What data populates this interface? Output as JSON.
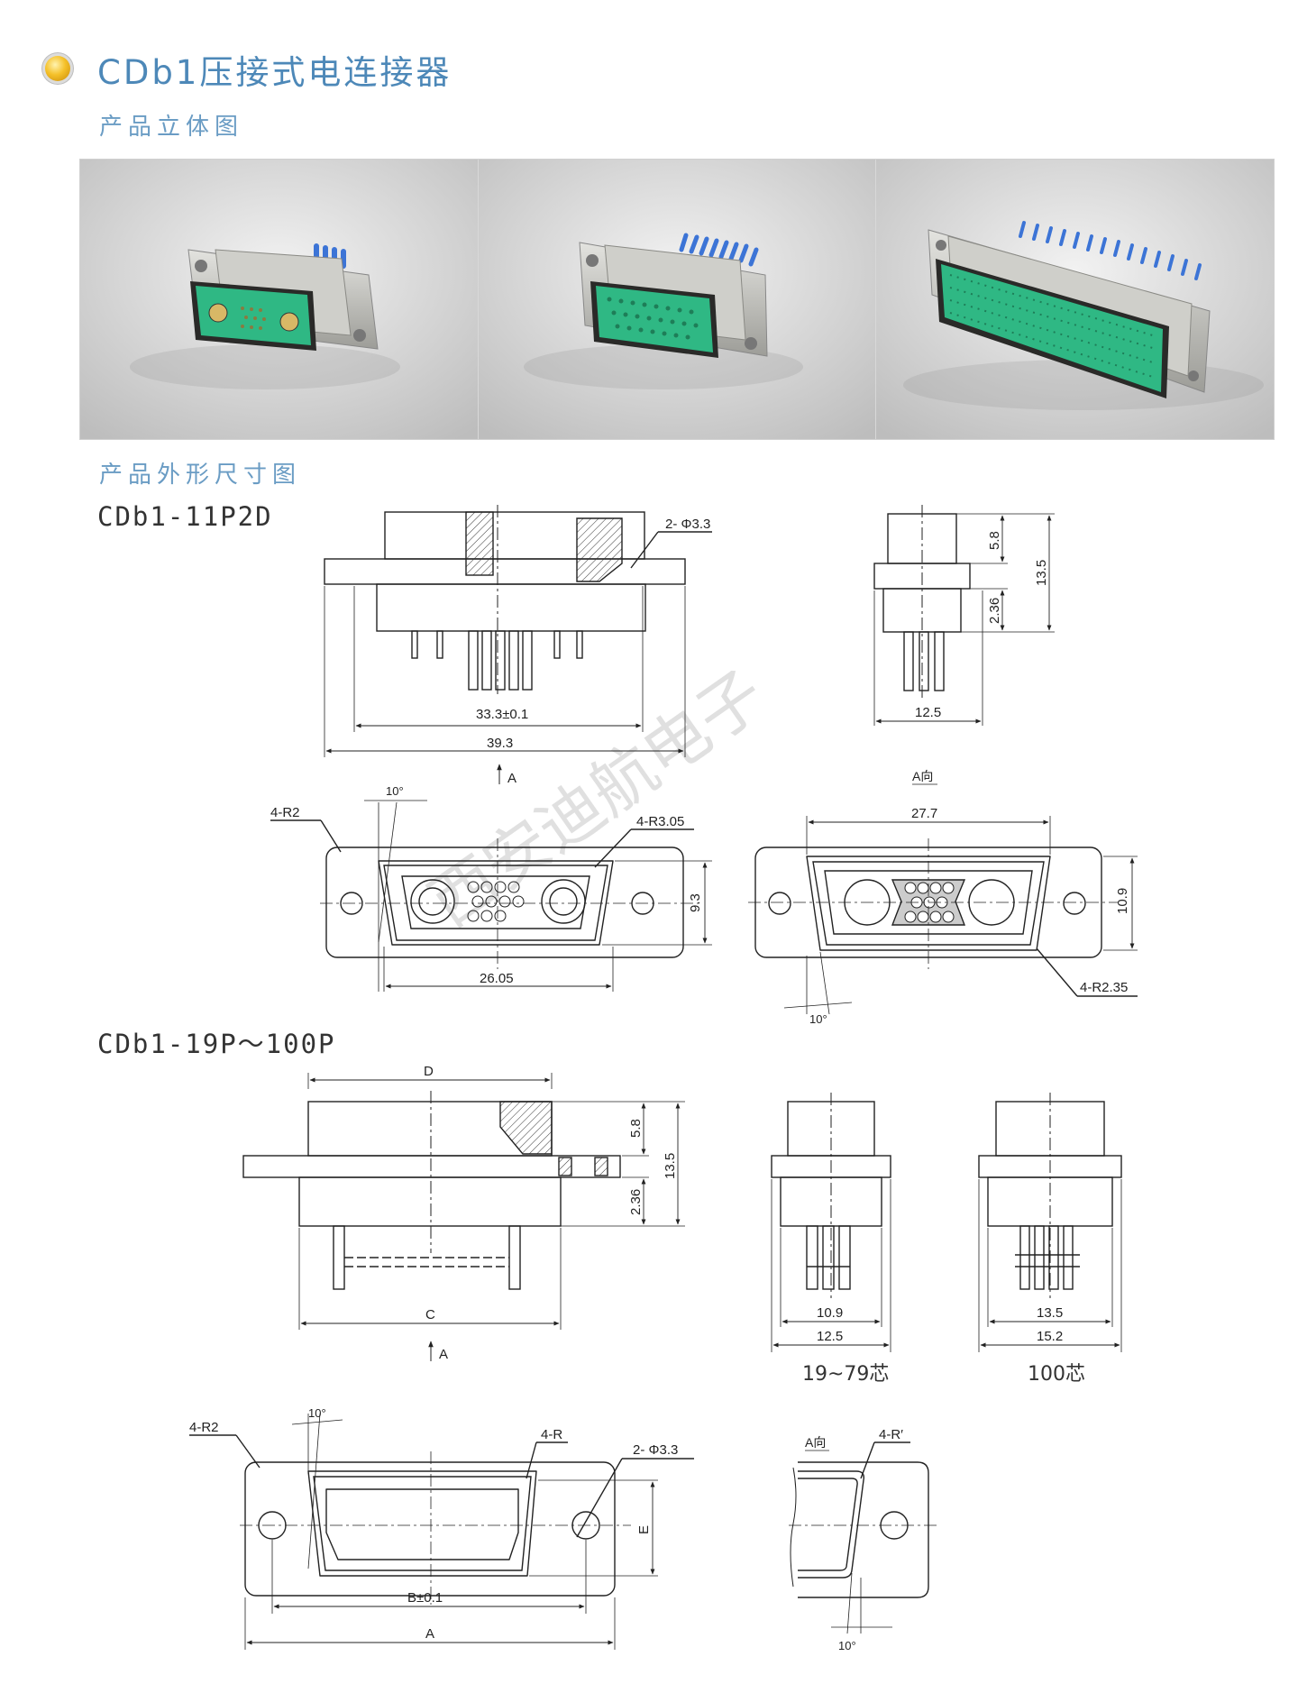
{
  "header": {
    "title": "CDb1压接式电连接器",
    "subtitle_3d": "产品立体图",
    "subtitle_dims": "产品外形尺寸图"
  },
  "models": {
    "m1": "CDb1-11P2D",
    "m2": "CDb1-19P～100P"
  },
  "watermark": "西安迪航电子",
  "dims1": {
    "hole": "2- Φ3.3",
    "d_33": "33.3±0.1",
    "d_39": "39.3",
    "d_58": "5.8",
    "d_135": "13.5",
    "d_236": "2.36",
    "d_125": "12.5",
    "view_a": "A",
    "view_a_label": "A向",
    "r2": "4-R2",
    "angle": "10°",
    "r305": "4-R3.05",
    "d_93": "9.3",
    "d_2605": "26.05",
    "d_277": "27.7",
    "d_109": "10.9",
    "r235": "4-R2.35"
  },
  "dims2": {
    "d_D": "D",
    "d_C": "C",
    "d_58": "5.8",
    "d_135": "13.5",
    "d_236": "2.36",
    "view_a": "A",
    "d_109": "10.9",
    "d_125": "12.5",
    "d_135b": "13.5",
    "d_152": "15.2",
    "caption_19_79": "19~79芯",
    "caption_100": "100芯",
    "r2": "4-R2",
    "angle": "10°",
    "r": "4-R",
    "hole": "2- Φ3.3",
    "d_E": "E",
    "d_B": "B±0.1",
    "d_A": "A",
    "view_a_label": "A向",
    "r_prime": "4-R′"
  },
  "colors": {
    "title": "#4d88b8",
    "subtitle": "#6a9cc4",
    "insulator_green": "#2fb884",
    "wire_blue": "#3c74d6",
    "shell_gray": "#b9b9b4",
    "line": "#222222"
  }
}
